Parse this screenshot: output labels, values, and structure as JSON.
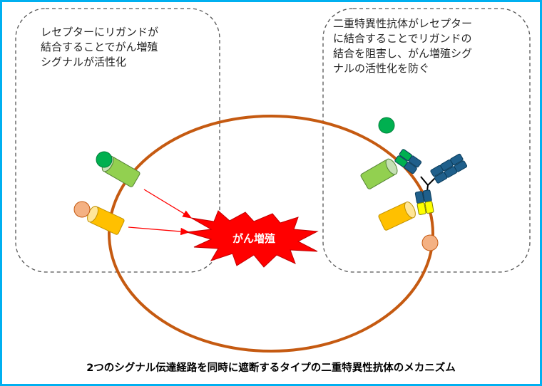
{
  "notes": {
    "left": "レセプターにリガンドが\n結合することでがん増殖\nシグナルが活性化",
    "right": "二重特異性抗体がレセプター\nに結合することでリガンドの\n結合を阻害し、がん増殖シグ\nナルの活性化を防ぐ"
  },
  "center_label": "がん増殖",
  "caption": "2つのシグナル伝達経路を同時に遮断するタイプの二重特異性抗体のメカニズム",
  "colors": {
    "frame_border": "#00b0f0",
    "cell_membrane": "#c55a11",
    "burst_fill": "#ff0000",
    "arrow": "#ff0000",
    "receptor_green": "#92d050",
    "receptor_yellow": "#ffc000",
    "ligand_green": "#00b050",
    "ligand_salmon": "#f4b183",
    "antibody_dark": "#1f5f8b",
    "antibody_green_tip": "#00b050",
    "antibody_yellow_tip": "#ffff00"
  }
}
